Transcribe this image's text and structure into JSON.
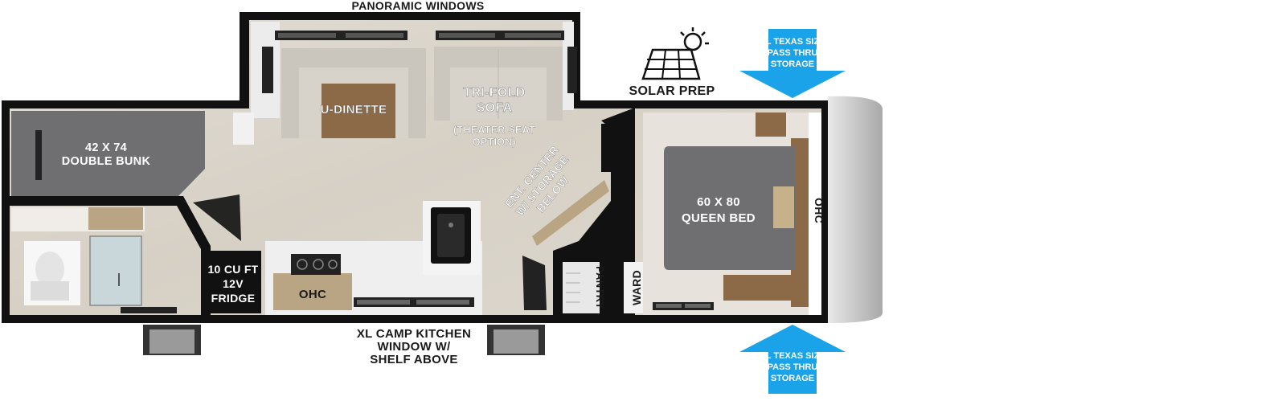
{
  "labels": {
    "panoramic_windows": "PANORAMIC WINDOWS",
    "u_dinette": "U-DINETTE",
    "tri_fold_sofa_1": "TRI-FOLD",
    "tri_fold_sofa_2": "SOFA",
    "theater_seat_1": "(THEATER SEAT",
    "theater_seat_2": "OPTION)",
    "ent_center_1": "ENT. CENTER",
    "ent_center_2": "W/ STORAGE",
    "ent_center_3": "BELOW",
    "bunk_1": "42 X 74",
    "bunk_2": "DOUBLE BUNK",
    "fridge_1": "10 CU FT",
    "fridge_2": "12V",
    "fridge_3": "FRIDGE",
    "ohc_kitchen": "OHC",
    "pantry": "PANTRY",
    "ward": "WARD",
    "queen_bed_1": "60 X 80",
    "queen_bed_2": "QUEEN BED",
    "ohc_bedroom": "OHC",
    "solar_prep": "SOLAR PREP",
    "camp_kitchen_1": "XL CAMP KITCHEN",
    "camp_kitchen_2": "WINDOW W/",
    "camp_kitchen_3": "SHELF ABOVE",
    "storage_top_1": "XL TEXAS SIZE",
    "storage_top_2": "PASS THRU",
    "storage_top_3": "STORAGE",
    "storage_bottom_1": "XL TEXAS SIZE",
    "storage_bottom_2": "PASS THRU",
    "storage_bottom_3": "STORAGE"
  },
  "colors": {
    "wall": "#111111",
    "floor": "#d9d4ca",
    "bed_gray": "#6f6f71",
    "cabinet_wood": "#b9a583",
    "dinette_table": "#8c6a47",
    "sofa_fabric": "#d7d2ca",
    "arrow_blue": "#1aa3e8",
    "cap_gray": "#bdbdbd"
  },
  "icons": {
    "solar": "solar-panel-icon",
    "sink": "sink-icon",
    "cooktop": "cooktop-icon",
    "toilet": "toilet-icon",
    "shower": "shower-icon"
  }
}
